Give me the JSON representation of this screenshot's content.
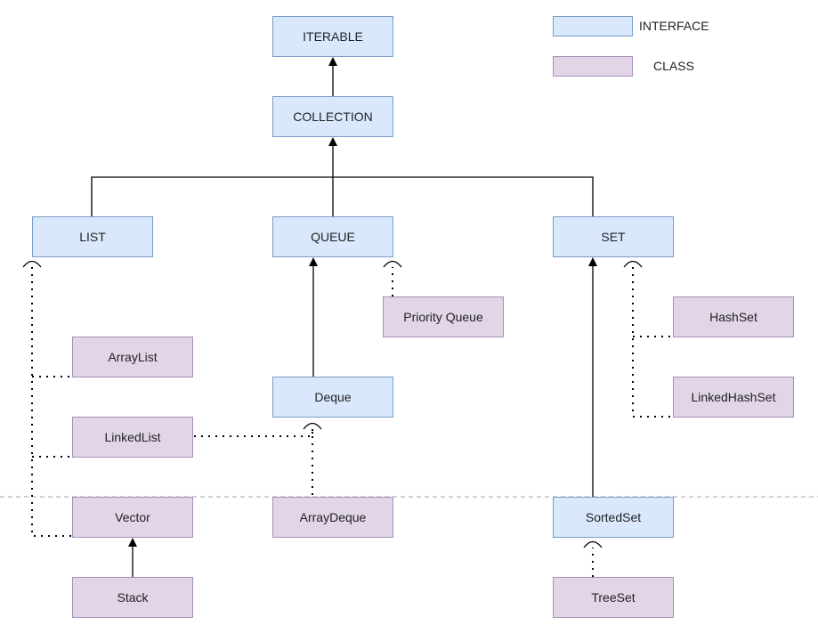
{
  "legend": {
    "interface_label": "INTERFACE",
    "class_label": "CLASS",
    "interface_color": "#dae8fc",
    "class_color": "#e1d5e7"
  },
  "nodes": {
    "iterable": "ITERABLE",
    "collection": "COLLECTION",
    "list": "LIST",
    "queue": "QUEUE",
    "set": "SET",
    "priority_queue": "Priority Queue",
    "hashset": "HashSet",
    "arraylist": "ArrayList",
    "deque": "Deque",
    "linkedhashset": "LinkedHashSet",
    "linkedlist": "LinkedList",
    "vector": "Vector",
    "arraydeque": "ArrayDeque",
    "sortedset": "SortedSet",
    "stack": "Stack",
    "treeset": "TreeSet"
  }
}
